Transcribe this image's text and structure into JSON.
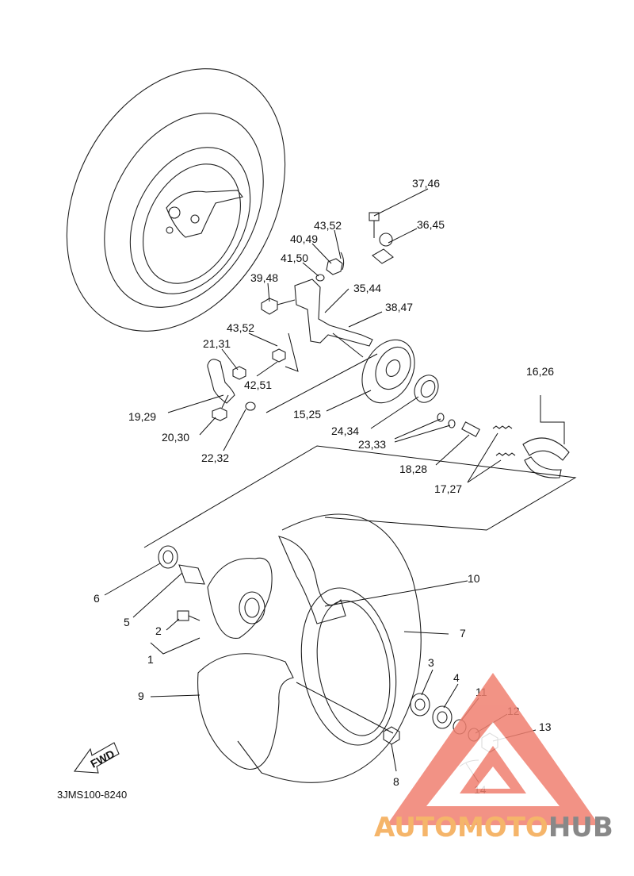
{
  "diagram": {
    "code": "3JMS100-8240",
    "fwd_label": "FWD",
    "callouts": [
      {
        "id": "37_46",
        "text": "37,46"
      },
      {
        "id": "36_45",
        "text": "36,45"
      },
      {
        "id": "43_52_top",
        "text": "43,52"
      },
      {
        "id": "40_49",
        "text": "40,49"
      },
      {
        "id": "41_50",
        "text": "41,50"
      },
      {
        "id": "39_48",
        "text": "39,48"
      },
      {
        "id": "35_44",
        "text": "35,44"
      },
      {
        "id": "38_47",
        "text": "38,47"
      },
      {
        "id": "43_52_mid",
        "text": "43,52"
      },
      {
        "id": "21_31",
        "text": "21,31"
      },
      {
        "id": "42_51",
        "text": "42,51"
      },
      {
        "id": "19_29",
        "text": "19,29"
      },
      {
        "id": "20_30",
        "text": "20,30"
      },
      {
        "id": "22_32",
        "text": "22,32"
      },
      {
        "id": "15_25",
        "text": "15,25"
      },
      {
        "id": "24_34",
        "text": "24,34"
      },
      {
        "id": "23_33",
        "text": "23,33"
      },
      {
        "id": "18_28",
        "text": "18,28"
      },
      {
        "id": "17_27",
        "text": "17,27"
      },
      {
        "id": "16_26",
        "text": "16,26"
      },
      {
        "id": "p10",
        "text": "10"
      },
      {
        "id": "p6",
        "text": "6"
      },
      {
        "id": "p5",
        "text": "5"
      },
      {
        "id": "p2",
        "text": "2"
      },
      {
        "id": "p1",
        "text": "1"
      },
      {
        "id": "p7",
        "text": "7"
      },
      {
        "id": "p3",
        "text": "3"
      },
      {
        "id": "p4",
        "text": "4"
      },
      {
        "id": "p11",
        "text": "11"
      },
      {
        "id": "p12",
        "text": "12"
      },
      {
        "id": "p13",
        "text": "13"
      },
      {
        "id": "p9",
        "text": "9"
      },
      {
        "id": "p8",
        "text": "8"
      },
      {
        "id": "p14",
        "text": "14"
      }
    ]
  },
  "watermark": {
    "part1": "AUTOMOTO",
    "part2": "HUB",
    "color_primary": "#f08070",
    "color_secondary": "#f5b56a",
    "color_gray": "#888888"
  }
}
